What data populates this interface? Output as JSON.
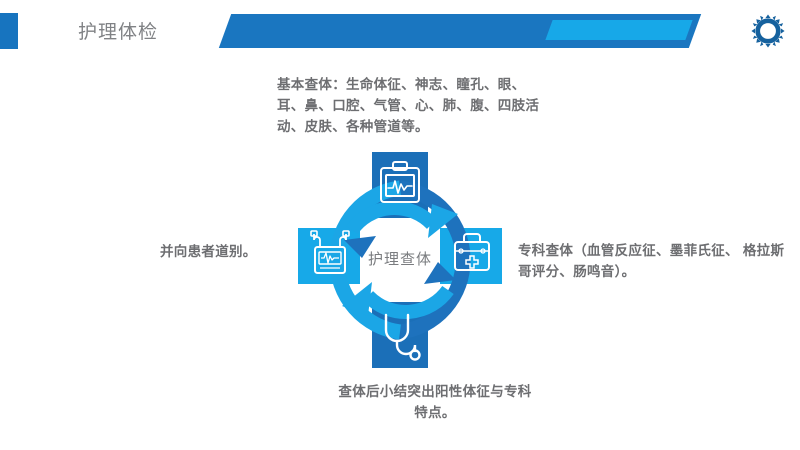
{
  "header": {
    "title": "护理体检",
    "left_tab_icon": "blue-tab-marker",
    "gear_icon": "gear-icon",
    "bar_main_color": "#1A76C0",
    "bar_accent_color": "#17A8E8",
    "title_color": "#808285"
  },
  "content": {
    "text_top": "基本查体：生命体征、神志、瞳孔、眼、耳、鼻、口腔、气管、心、肺、腹、四肢活动、皮肤、各种管道等。",
    "text_left": "并向患者道别。",
    "text_right": "专科查体（血管反应征、墨菲氏征、 格拉斯哥评分、肠鸣音）。",
    "text_bottom": "查体后小结突出阳性体征与专科特点。",
    "text_color": "#6D6E71"
  },
  "diagram": {
    "center_label": "护理查体",
    "center_label_color": "#7A7C7F",
    "dark_blue": "#1B6FB8",
    "light_blue": "#17A9E8",
    "arrow_dark": "#1E72BD",
    "arrow_light": "#1BA6E6",
    "nodes": [
      {
        "position": "top",
        "icon": "clipboard-ecg-icon",
        "color": "#1B6FB8"
      },
      {
        "position": "right",
        "icon": "medical-bag-icon",
        "color": "#17A9E8"
      },
      {
        "position": "bottom",
        "icon": "stethoscope-icon",
        "color": "#1B6FB8"
      },
      {
        "position": "left",
        "icon": "defibrillator-monitor-icon",
        "color": "#17A9E8"
      }
    ]
  }
}
